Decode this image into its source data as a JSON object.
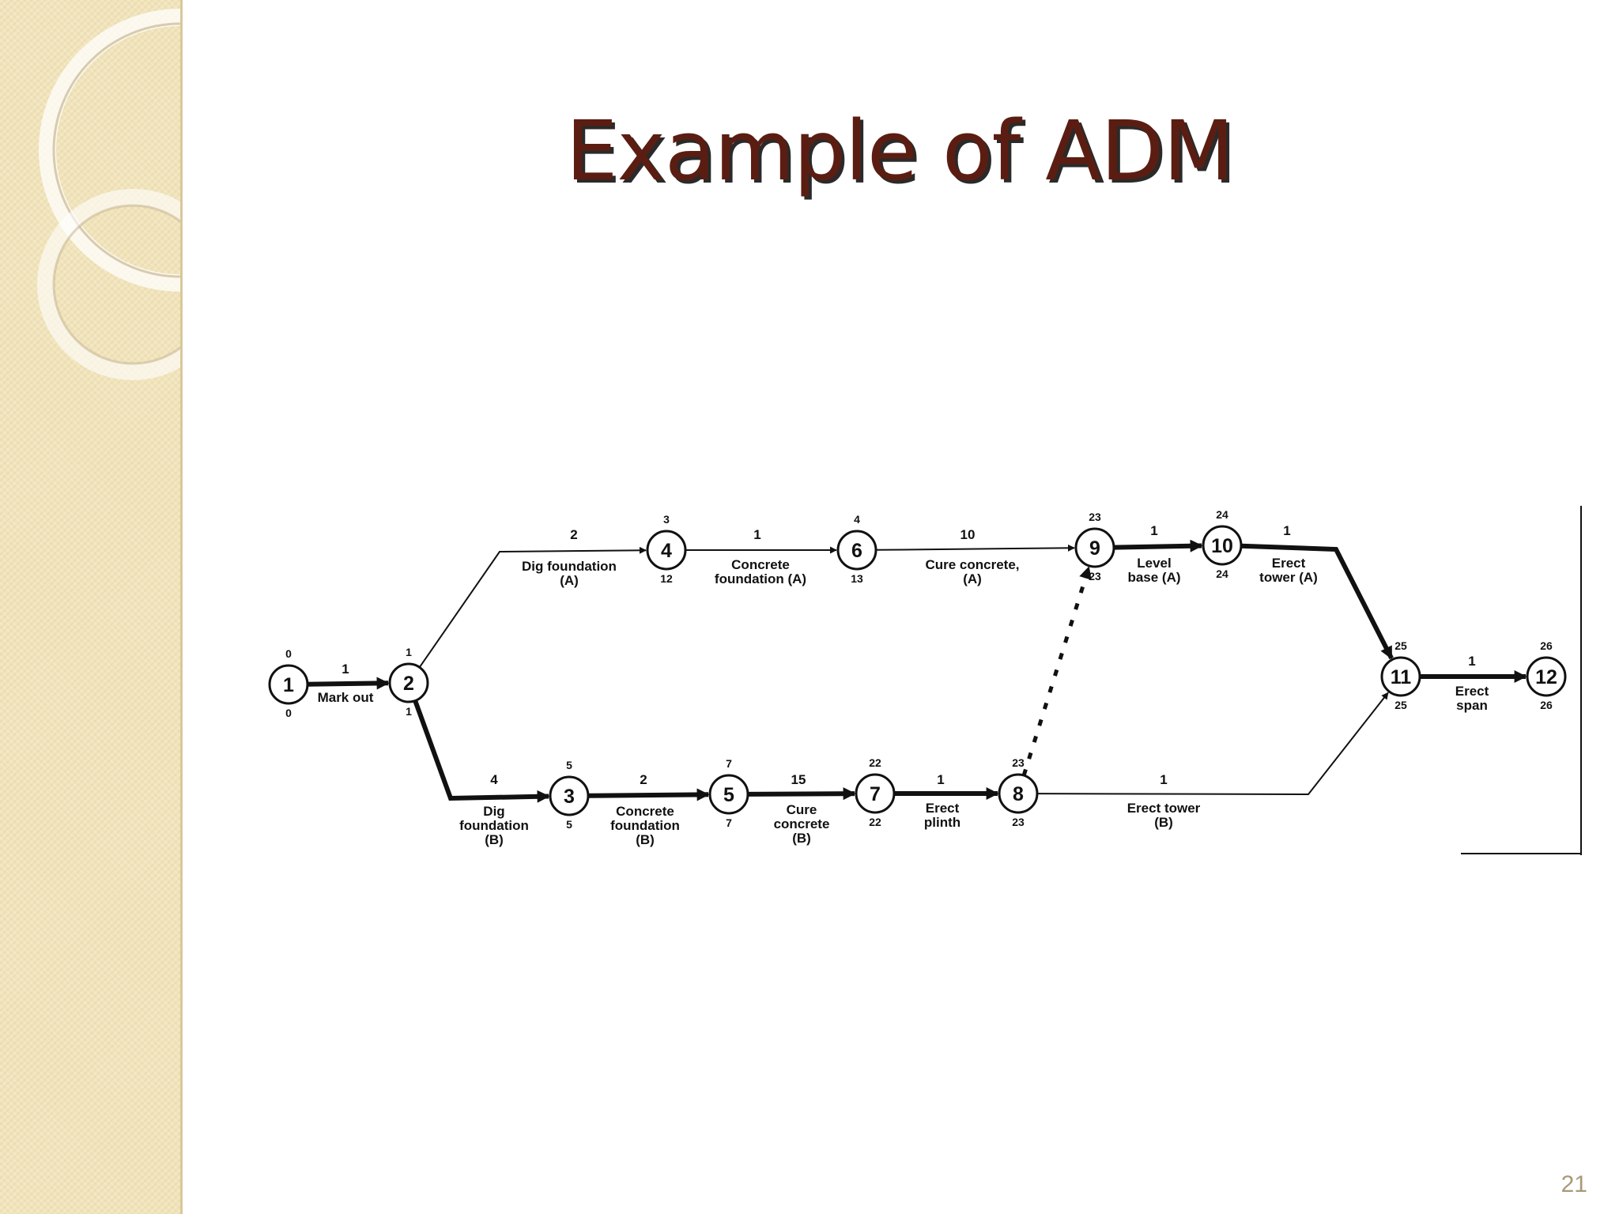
{
  "slide": {
    "title": "Example of ADM",
    "page_number": "21"
  },
  "diagram": {
    "nodes": [
      {
        "id": "1",
        "early": "0",
        "late": "0"
      },
      {
        "id": "2",
        "early": "1",
        "late": "1"
      },
      {
        "id": "3",
        "early": "5",
        "late": "5"
      },
      {
        "id": "4",
        "early": "3",
        "late": "12"
      },
      {
        "id": "5",
        "early": "7",
        "late": "7"
      },
      {
        "id": "6",
        "early": "4",
        "late": "13"
      },
      {
        "id": "7",
        "early": "22",
        "late": "22"
      },
      {
        "id": "8",
        "early": "23",
        "late": "23"
      },
      {
        "id": "9",
        "early": "23",
        "late": "23"
      },
      {
        "id": "10",
        "early": "24",
        "late": "24"
      },
      {
        "id": "11",
        "early": "25",
        "late": "25"
      },
      {
        "id": "12",
        "early": "26",
        "late": "26"
      }
    ],
    "activities": [
      {
        "from": "1",
        "to": "2",
        "duration": "1",
        "label": [
          "Mark out"
        ],
        "critical": true
      },
      {
        "from": "2",
        "to": "4",
        "duration": "2",
        "label": [
          "Dig foundation",
          "(A)"
        ],
        "critical": false
      },
      {
        "from": "2",
        "to": "3",
        "duration": "4",
        "label": [
          "Dig",
          "foundation",
          "(B)"
        ],
        "critical": true
      },
      {
        "from": "4",
        "to": "6",
        "duration": "1",
        "label": [
          "Concrete",
          "foundation (A)"
        ],
        "critical": false
      },
      {
        "from": "6",
        "to": "9",
        "duration": "10",
        "label": [
          "Cure concrete,",
          "(A)"
        ],
        "critical": false
      },
      {
        "from": "3",
        "to": "5",
        "duration": "2",
        "label": [
          "Concrete",
          "foundation",
          "(B)"
        ],
        "critical": true
      },
      {
        "from": "5",
        "to": "7",
        "duration": "15",
        "label": [
          "Cure",
          "concrete",
          "(B)"
        ],
        "critical": true
      },
      {
        "from": "7",
        "to": "8",
        "duration": "1",
        "label": [
          "Erect",
          "plinth"
        ],
        "critical": true
      },
      {
        "from": "8",
        "to": "9",
        "duration": "",
        "label": [],
        "critical": true,
        "dummy": true
      },
      {
        "from": "9",
        "to": "10",
        "duration": "1",
        "label": [
          "Level",
          "base (A)"
        ],
        "critical": true
      },
      {
        "from": "10",
        "to": "11",
        "duration": "1",
        "label": [
          "Erect",
          "tower (A)"
        ],
        "critical": true
      },
      {
        "from": "8",
        "to": "11",
        "duration": "1",
        "label": [
          "Erect tower",
          "(B)"
        ],
        "critical": false
      },
      {
        "from": "11",
        "to": "12",
        "duration": "1",
        "label": [
          "Erect",
          "span"
        ],
        "critical": true
      }
    ]
  }
}
